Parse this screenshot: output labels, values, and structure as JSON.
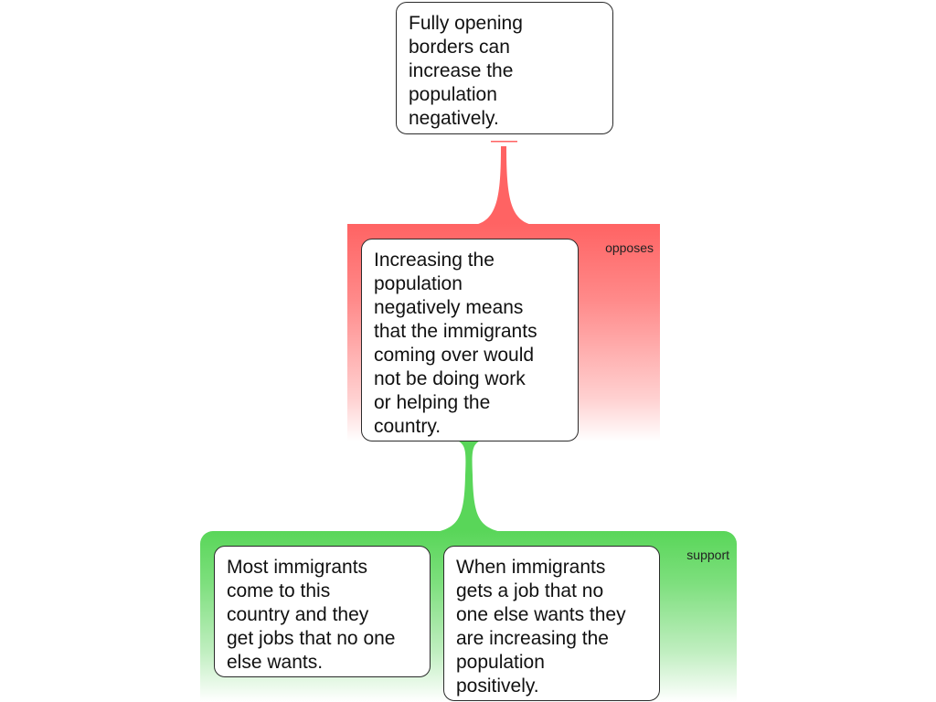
{
  "diagram": {
    "colors": {
      "opposes": "#ff6363",
      "support": "#59d659",
      "node_border": "#2b2b2b",
      "node_fill": "#ffffff"
    },
    "nodes": {
      "claim": {
        "text": "Fully opening\nborders can\nincrease the\npopulation\nnegatively."
      },
      "objection": {
        "text": "Increasing the\npopulation\nnegatively means\nthat the immigrants\ncoming over would\nnot be doing work\nor helping the\ncountry."
      },
      "support_1": {
        "text": "Most immigrants\ncome to this\ncountry and they\nget jobs that no one\nelse wants."
      },
      "support_2": {
        "text": "When immigrants\ngets a job that no\none else wants they\nare increasing the\npopulation\npositively."
      }
    },
    "groups": {
      "opposes": {
        "label": "opposes"
      },
      "support": {
        "label": "support"
      }
    }
  }
}
